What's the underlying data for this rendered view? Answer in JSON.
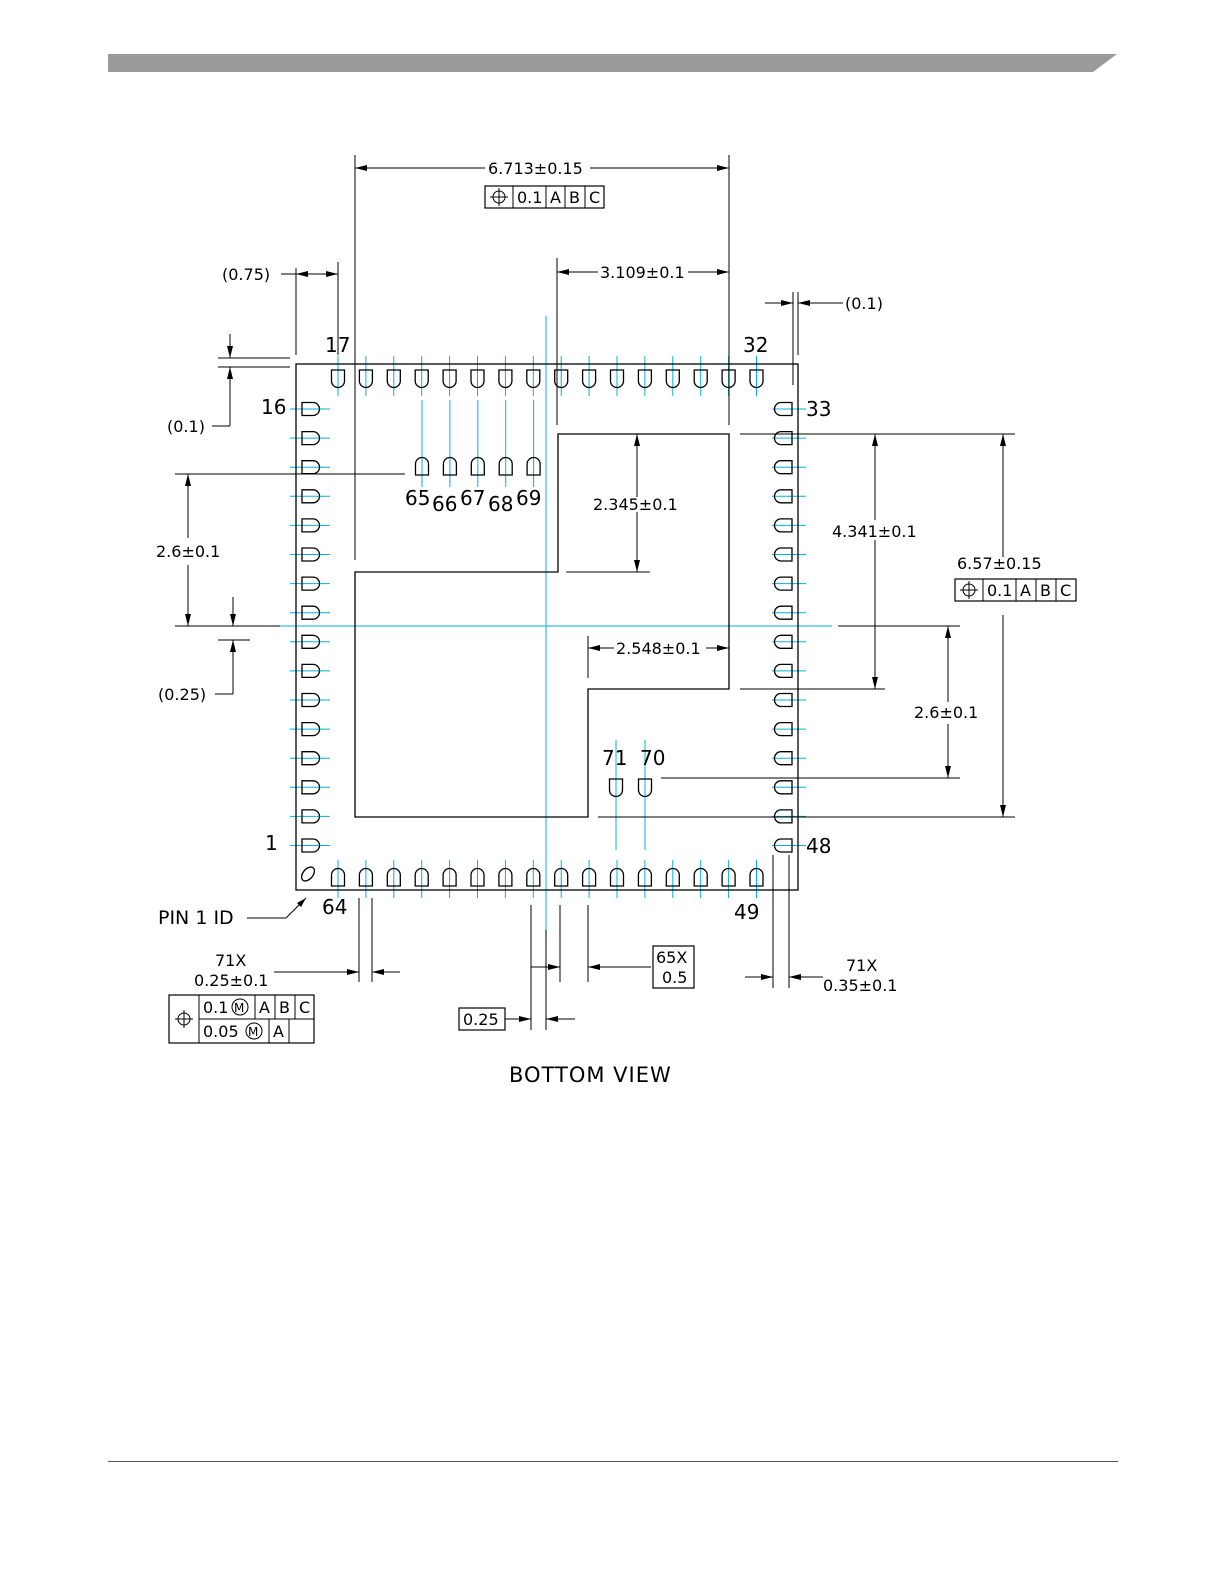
{
  "title": "BOTTOM VIEW",
  "pin1_label": "PIN 1 ID",
  "colors": {
    "ink": "#000000",
    "centerline": "#00b4d8",
    "banner": "#9a9a9a"
  },
  "pin_numbers": {
    "p17": "17",
    "p32": "32",
    "p16": "16",
    "p33": "33",
    "p1": "1",
    "p48": "48",
    "p64": "64",
    "p49": "49",
    "p65": "65",
    "p66": "66",
    "p67": "67",
    "p68": "68",
    "p69": "69",
    "p70": "70",
    "p71": "71"
  },
  "dims": {
    "top_width": "6.713±0.15",
    "top_fcf": {
      "value": "0.1",
      "datums": [
        "A",
        "B",
        "C"
      ]
    },
    "offset_075": "(0.75)",
    "offset_01_right": "(0.1)",
    "offset_01_left": "(0.1)",
    "pad_width_top": "3.109±0.1",
    "pad_h_2345": "2.345±0.1",
    "pad_h_4341": "4.341±0.1",
    "right_height": "6.57±0.15",
    "right_fcf": {
      "value": "0.1",
      "datums": [
        "A",
        "B",
        "C"
      ]
    },
    "left_26": "2.6±0.1",
    "offset_025": "(0.25)",
    "pad_w_2548": "2.548±0.1",
    "right_26": "2.6±0.1",
    "lead_count_a": "71X",
    "lead_width": "0.25±0.1",
    "fcf2_row1": {
      "value": "0.1",
      "mod": "M",
      "datums": [
        "A",
        "B",
        "C"
      ]
    },
    "fcf2_row2": {
      "value": "0.05",
      "mod": "M",
      "datums": [
        "A"
      ]
    },
    "pitch_count": "65X",
    "pitch": "0.5",
    "inner_025": "0.25",
    "lead_count_b": "71X",
    "lead_length": "0.35±0.1"
  }
}
